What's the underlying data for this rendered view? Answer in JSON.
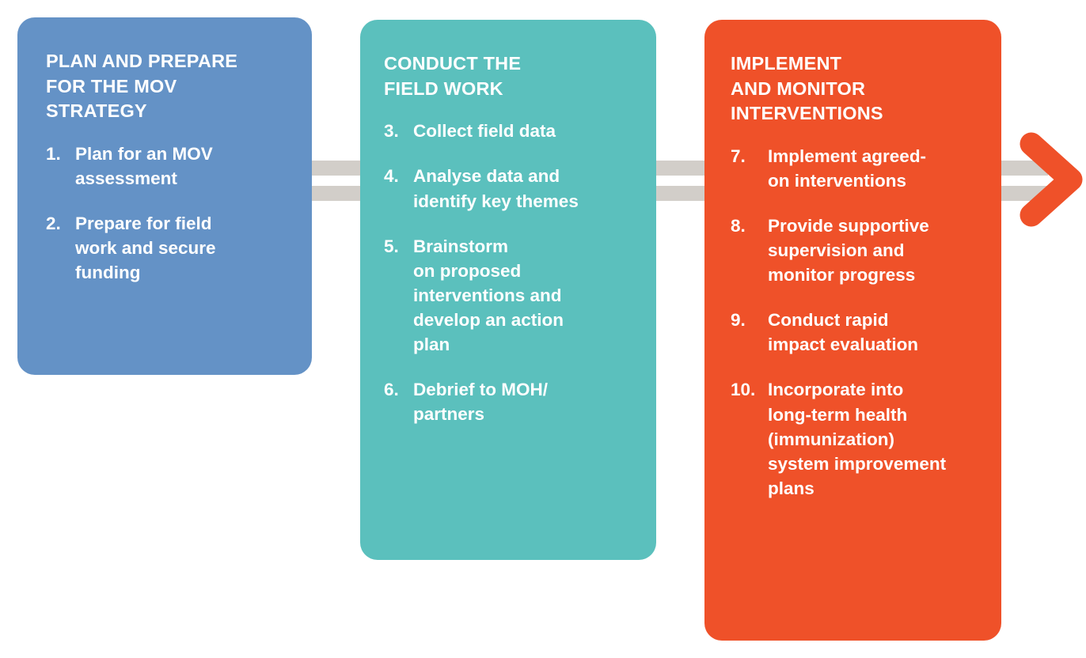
{
  "diagram": {
    "type": "process-flow",
    "orientation": "left-to-right",
    "colors": {
      "stage_1": "#6492c6",
      "stage_2": "#5bc0bd",
      "stage_3": "#ef5129",
      "connector": "#d2cec9",
      "arrow": "#ef5129",
      "text": "#ffffff",
      "background": "#ffffff"
    },
    "stages": [
      {
        "id": "plan",
        "title": "PLAN AND PREPARE\nFOR THE MOV\nSTRATEGY",
        "color": "#6492c6",
        "steps": [
          {
            "num": "1.",
            "text": "Plan for an MOV\nassessment"
          },
          {
            "num": "2.",
            "text": "Prepare for field\nwork and secure\nfunding"
          }
        ]
      },
      {
        "id": "field",
        "title": "CONDUCT THE\nFIELD WORK",
        "color": "#5bc0bd",
        "steps": [
          {
            "num": "3.",
            "text": "Collect field data"
          },
          {
            "num": "4.",
            "text": "Analyse data and\nidentify key themes"
          },
          {
            "num": "5.",
            "text": "Brainstorm\n on proposed\n interventions  and\n develop an action\n plan"
          },
          {
            "num": "6.",
            "text": "Debrief to MOH/\npartners"
          }
        ]
      },
      {
        "id": "implement",
        "title": "IMPLEMENT\nAND MONITOR\nINTERVENTIONS",
        "color": "#ef5129",
        "steps": [
          {
            "num": "7.",
            "text": "Implement agreed-\non interventions"
          },
          {
            "num": "8.",
            "text": "Provide supportive\nsupervision and\nmonitor progress"
          },
          {
            "num": "9.",
            "text": "Conduct rapid\nimpact evaluation"
          },
          {
            "num": "10.",
            "text": "Incorporate into\nlong-term  health\n(immunization)\nsystem improvement\nplans"
          }
        ]
      }
    ],
    "connectors": [
      {
        "id": "connector-1",
        "from": "plan",
        "to": "field"
      },
      {
        "id": "connector-2",
        "from": "field",
        "to": "implement"
      },
      {
        "id": "connector-3",
        "from": "implement",
        "to": "arrow-end"
      }
    ],
    "arrow": {
      "id": "arrow-end",
      "shape": "chevron-right",
      "color": "#ef5129"
    }
  }
}
